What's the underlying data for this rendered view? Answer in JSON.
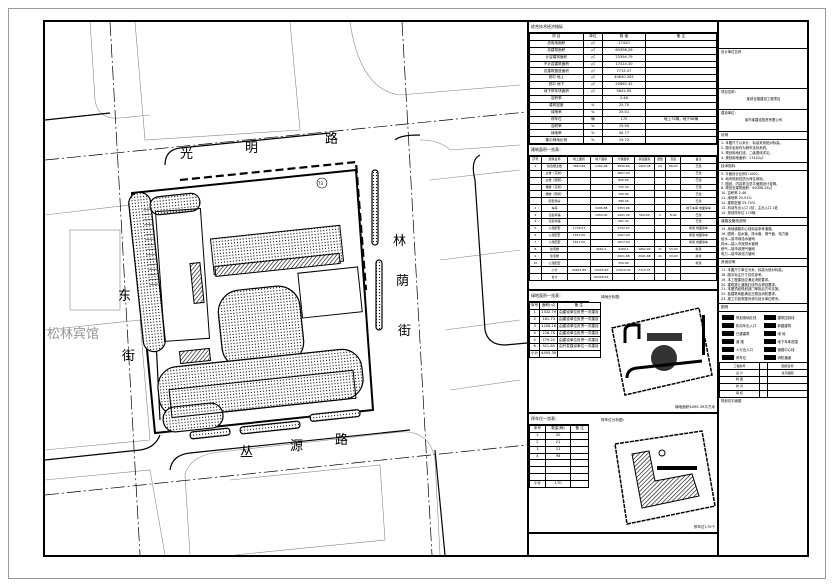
{
  "plan": {
    "roads": {
      "north": [
        "光",
        "明",
        "路"
      ],
      "south": [
        "丛",
        "源",
        "路"
      ],
      "east": [
        "林",
        "荫",
        "街"
      ],
      "west": [
        "东",
        "街"
      ]
    },
    "neighbor_label": "松林宾馆",
    "north_sign": "73"
  },
  "econ_table": {
    "title": "综合技术经济指标",
    "headers": [
      "项 目",
      "单位",
      "数 值",
      "备 注"
    ],
    "rows": [
      [
        "总用地面积",
        "㎡",
        "17420",
        ""
      ],
      [
        "总建筑面积",
        "㎡",
        "60398.26",
        ""
      ],
      [
        "计容建筑面积",
        "㎡",
        "23394.79",
        ""
      ],
      [
        "不计容建筑面积",
        "㎡",
        "17414.30",
        ""
      ],
      [
        "总建筑基底面积",
        "㎡",
        "7715.37",
        ""
      ],
      [
        "其中 地上",
        "㎡",
        "40830.305",
        ""
      ],
      [
        "其中 地下",
        "㎡",
        "20865.32",
        ""
      ],
      [
        "地下停车场面积",
        "㎡",
        "9642.95",
        ""
      ],
      [
        "容积率",
        "",
        "2.46",
        ""
      ],
      [
        "建筑密度",
        "%",
        "25.70",
        ""
      ],
      [
        "绿地率",
        "%",
        "25.01",
        ""
      ],
      [
        "停车位",
        "辆",
        "170",
        "地上72辆，地下98辆"
      ],
      [
        "容积率",
        "%",
        "19.94",
        ""
      ],
      [
        "绿地率",
        "%",
        "45.77",
        ""
      ],
      [
        "集中绿地比例",
        "%",
        "19.72",
        ""
      ]
    ]
  },
  "building_table": {
    "title": "建筑面积一览表：",
    "headers": [
      "序号",
      "建筑名称",
      "地上面积",
      "地下面积",
      "计容面积",
      "基底面积",
      "层数",
      "高度",
      "备注"
    ],
    "rows": [
      [
        "1",
        "综合楼主楼",
        "3840.86",
        "1302.08",
        "3840.86",
        "1902.38",
        "24",
        "98.00",
        "已建"
      ],
      [
        "",
        "主楼（东侧）",
        "",
        "",
        "3867.00",
        "",
        "",
        "",
        "已建"
      ],
      [
        "",
        "主楼（西侧）",
        "",
        "",
        "800.80",
        "",
        "",
        "",
        "已建"
      ],
      [
        "",
        "裙楼（东侧）",
        "",
        "",
        "335.00",
        "",
        "",
        "",
        "已建"
      ],
      [
        "",
        "裙楼（南侧）",
        "",
        "",
        "395.00",
        "",
        "",
        "",
        "已建"
      ],
      [
        "",
        "配套用房",
        "",
        "",
        "380.00",
        "",
        "",
        "",
        "已建"
      ],
      [
        "2",
        "车库",
        "",
        "3296.88",
        "3253.96",
        "",
        "",
        "",
        "地下车库 地面停车"
      ],
      [
        "3",
        "沿街商铺",
        "",
        "1850.00",
        "1901.32",
        "500.00",
        "2",
        "8.00",
        "已建"
      ],
      [
        "4",
        "沿街商铺",
        "",
        "",
        "961.32",
        "",
        "",
        "",
        "已建"
      ],
      [
        "5",
        "公建配套",
        "1732.07",
        "",
        "1732.07",
        "",
        "",
        "",
        "新建 地面停车"
      ],
      [
        "6",
        "公建配套",
        "1567.00",
        "",
        "1567.00",
        "",
        "",
        "",
        "新建 地面停车"
      ],
      [
        "7",
        "公建配套",
        "1617.00",
        "",
        "1617.00",
        "",
        "",
        "",
        "新建 地面停车"
      ],
      [
        "8",
        "住宅楼",
        "",
        "4262.1",
        "4262.1",
        "1662.00",
        "11",
        "33.00",
        "新建"
      ],
      [
        "9",
        "住宅楼",
        "",
        "",
        "2021.68",
        "2021.68",
        "11",
        "33.00",
        "新建"
      ],
      [
        "10",
        "公建配套",
        "",
        "",
        "350.00",
        "",
        "",
        "",
        "新建"
      ],
      [
        "",
        "小计",
        "30815.86",
        "13325.90",
        "21010.30",
        "7715.37",
        "",
        "",
        ""
      ],
      [
        "",
        "合计",
        "",
        "60398.26",
        "",
        "",
        "",
        "",
        ""
      ]
    ]
  },
  "green_table": {
    "title": "绿地面积一览表：",
    "headers": [
      "序号",
      "面积(㎡)",
      "备 注"
    ],
    "rows": [
      [
        "1",
        "1332.79",
        "由建设单位负责一次建设"
      ],
      [
        "2",
        "161.73",
        "由建设单位负责一次建设"
      ],
      [
        "3",
        "1206.18",
        "由建设单位负责一次建设"
      ],
      [
        "4",
        "226.78",
        "由建设单位负责一次建设"
      ],
      [
        "5",
        "779.20",
        "由建设单位负责一次建设"
      ],
      [
        "6",
        "321.85",
        "由开发建设单位一次建设"
      ],
      [
        "小计",
        "4495.39",
        ""
      ]
    ],
    "diagram_title": "绿地分析图：",
    "diagram_caption": "绿地面积4495.39平方米"
  },
  "parking_table": {
    "title": "停车位一览表：",
    "headers": [
      "序号",
      "数量(辆)",
      "备 注"
    ],
    "rows": [
      [
        "1",
        "30",
        ""
      ],
      [
        "2",
        "21",
        ""
      ],
      [
        "3",
        "21",
        ""
      ],
      [
        "4",
        "98",
        ""
      ],
      [
        "",
        "",
        ""
      ],
      [
        "",
        "",
        ""
      ],
      [
        "",
        "",
        ""
      ],
      [
        "小计",
        "170",
        ""
      ]
    ],
    "diagram_title": "停车位分析图：",
    "diagram_caption": "停车位170个"
  },
  "title_block": {
    "design_unit_label": "设计单位名称",
    "project_label": "项目名称：",
    "project_name": "某综合楼建设工程项目",
    "client_label": "建设单位：",
    "client_name": "某市某建设投资有限公司",
    "notes_title": "说明",
    "notes": [
      "1. 本图尺寸以米计，标高采用绝对标高。",
      "2. 图中坐标均为城市坐标系统。",
      "3. 规划用地红线，二级退线详见。",
      "4. 规划用地面积：17420㎡"
    ],
    "notes2_title": "技术指标",
    "notes2": [
      "5. 平面设计比例1:1000。",
      "6. 地块规划性质为商住用地。",
      "7. 图纸、内容参见总平面图设计说明。",
      "8. 规划总建筑面积：60398.26㎡",
      "10. 容积率 2.46",
      "11. 绿地率 25.01%",
      "12. 建筑密度 25.70%",
      "13. 机动车出入口 1处，主出入口 1处",
      "14. 规划停车位 170辆"
    ],
    "notes3_title": "道路及管线说明",
    "notes3": [
      "15. 用地道路中心线标高参考道路。",
      "16. 图例：给水管、排水管、燃气管、电力管",
      "给水—接市政给水管网",
      "排水—接入市政排水管网",
      "燃气—接市政燃气管网",
      "电力—接市政电力管网"
    ],
    "notes4_title": "其他说明",
    "notes4": [
      "17. 本图尺寸单位为米，标高为绝对标高。",
      "18. 图中标注尺寸仅供参考。",
      "19. 本工程建设应满足消防要求。",
      "20. 建筑退让道路红线符合规划要求。",
      "21. 本图须经规划部门审批后方可实施。",
      "22. 各建筑间距满足日照及消防要求。",
      "23. 施工中如有疑问请与设计单位联系。"
    ],
    "legend_title": "图例",
    "legend": [
      "规划用地红线",
      "建筑控制线",
      "机动车出入口",
      "新建建筑",
      "已建建筑",
      "绿 地",
      "道 路",
      "地下车库范围",
      "人行出入口",
      "道路中心线",
      "停车位",
      "消防通道"
    ],
    "sign_rows": [
      [
        "工程编号",
        "",
        "图纸名称"
      ],
      [
        "设 计",
        "",
        "总平面图"
      ],
      [
        "制 图",
        "",
        ""
      ],
      [
        "校 对",
        "",
        ""
      ],
      [
        "审 核",
        "",
        ""
      ]
    ],
    "sheet_label": "规划总平面图"
  }
}
